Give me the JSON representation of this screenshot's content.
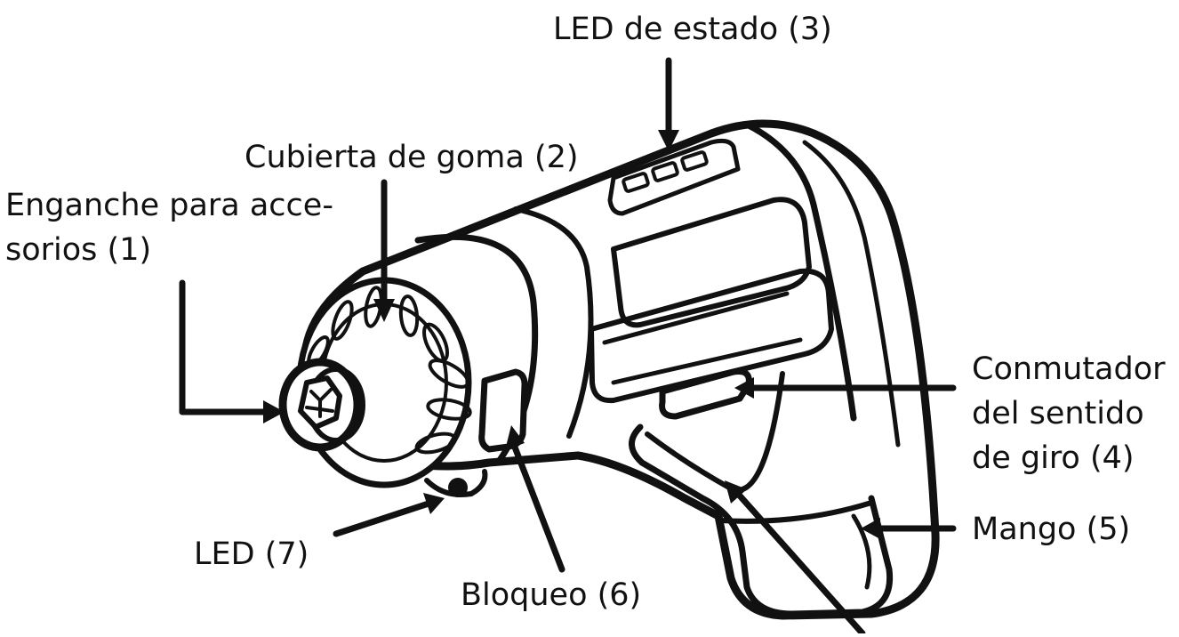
{
  "colors": {
    "ink": "#111111",
    "background": "#ffffff"
  },
  "labels": {
    "status_led": "LED de estado (3)",
    "rubber_cover": "Cubierta de goma (2)",
    "accessory_hook_line1": "Enganche para acce-",
    "accessory_hook_line2": "sorios (1)",
    "direction_switch_line1": "Conmutador",
    "direction_switch_line2": "del sentido",
    "direction_switch_line3": "de giro (4)",
    "handle": "Mango (5)",
    "led": "LED (7)",
    "lock": "Bloqueo (6)"
  }
}
